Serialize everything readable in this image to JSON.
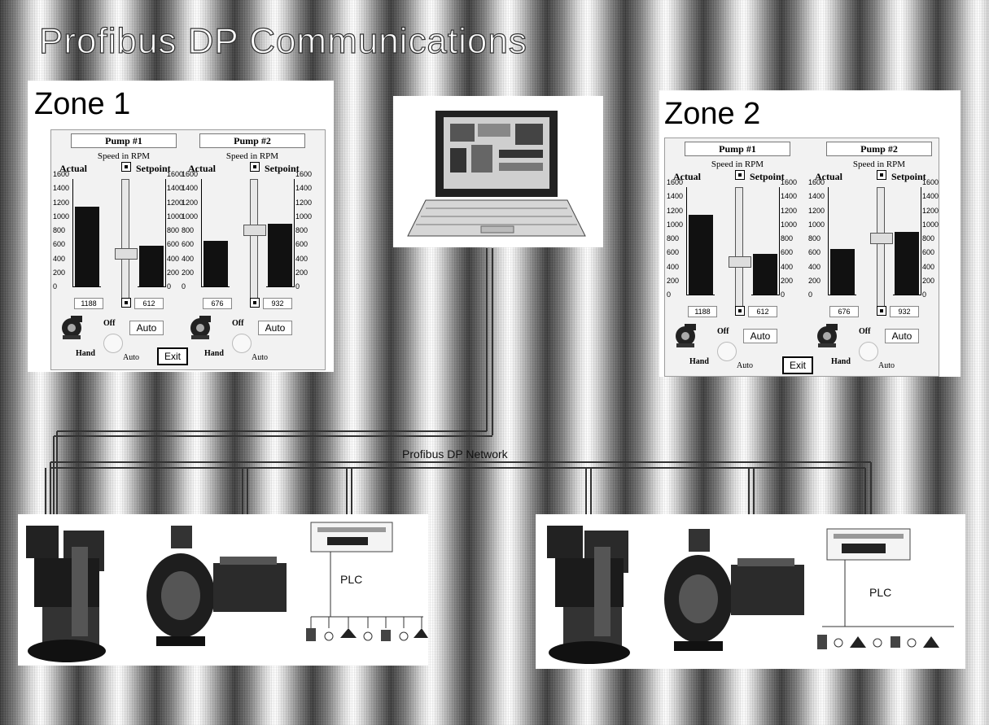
{
  "title": "Profibus DP Communications",
  "network_label": "Profibus DP Network",
  "zones": [
    {
      "title": "Zone 1",
      "plc_label": "PLC",
      "exit_label": "Exit",
      "pumps": [
        {
          "title": "Pump #1",
          "speed_label": "Speed in RPM",
          "actual_label": "Actual",
          "setpoint_label": "Setpoint",
          "actual_value": "1188",
          "setpoint_value": "612",
          "actual_rpm": 1188,
          "setpoint_rpm": 612,
          "off_label": "Off",
          "auto_button": "Auto",
          "hand_label": "Hand",
          "auto_label": "Auto"
        },
        {
          "title": "Pump #2",
          "speed_label": "Speed in RPM",
          "actual_label": "Actual",
          "setpoint_label": "Setpoint",
          "actual_value": "676",
          "setpoint_value": "932",
          "actual_rpm": 676,
          "setpoint_rpm": 932,
          "off_label": "Off",
          "auto_button": "Auto",
          "hand_label": "Hand",
          "auto_label": "Auto"
        }
      ]
    },
    {
      "title": "Zone 2",
      "plc_label": "PLC",
      "exit_label": "Exit",
      "pumps": [
        {
          "title": "Pump #1",
          "speed_label": "Speed in RPM",
          "actual_label": "Actual",
          "setpoint_label": "Setpoint",
          "actual_value": "1188",
          "setpoint_value": "612",
          "actual_rpm": 1188,
          "setpoint_rpm": 612,
          "off_label": "Off",
          "auto_button": "Auto",
          "hand_label": "Hand",
          "auto_label": "Auto"
        },
        {
          "title": "Pump #2",
          "speed_label": "Speed in RPM",
          "actual_label": "Actual",
          "setpoint_label": "Setpoint",
          "actual_value": "676",
          "setpoint_value": "932",
          "actual_rpm": 676,
          "setpoint_rpm": 932,
          "off_label": "Off",
          "auto_button": "Auto",
          "hand_label": "Hand",
          "auto_label": "Auto"
        }
      ]
    }
  ],
  "scale_ticks": [
    "1600",
    "1400",
    "1200",
    "1000",
    "800",
    "600",
    "400",
    "200",
    "0"
  ],
  "scale_max": 1600
}
